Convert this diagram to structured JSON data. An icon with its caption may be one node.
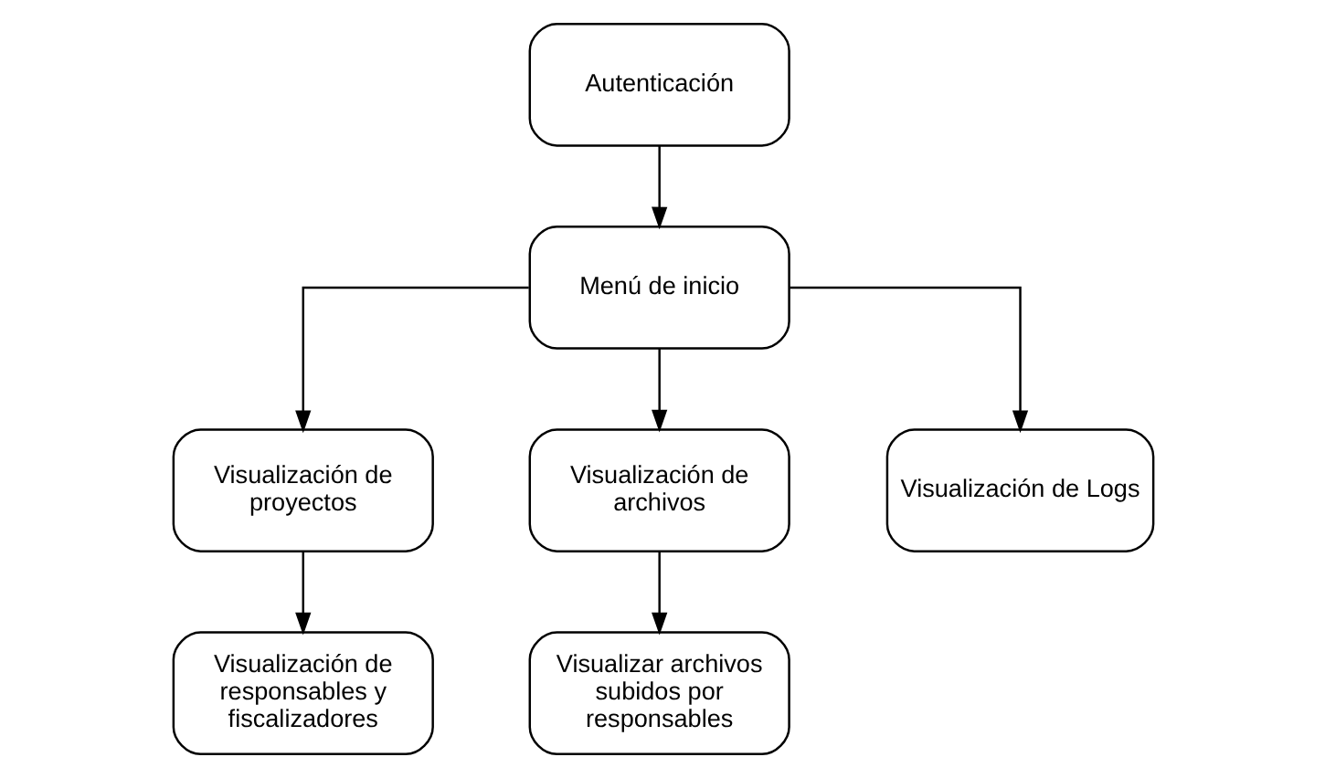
{
  "diagram": {
    "nodes": [
      {
        "text": [
          "Autenticación"
        ]
      },
      {
        "text": [
          "Menú de inicio"
        ]
      },
      {
        "text": [
          "Visualización de proyectos"
        ]
      },
      {
        "text": [
          "Visualización de archivos"
        ]
      },
      {
        "text": [
          "Visualización de Logs"
        ]
      },
      {
        "text": [
          "Visualización de responsables y fiscalizadores"
        ]
      },
      {
        "text": [
          "Visualizar archivos subidos por responsables"
        ]
      }
    ],
    "edges": [
      {
        "from": 0,
        "to": 1,
        "arrow": "to"
      },
      {
        "from": 1,
        "to": 2,
        "arrow": "to"
      },
      {
        "from": 1,
        "to": 3,
        "arrow": "to"
      },
      {
        "from": 1,
        "to": 4,
        "arrow": "to"
      },
      {
        "from": 2,
        "to": 5,
        "arrow": "to"
      },
      {
        "from": 3,
        "to": 6,
        "arrow": "to"
      }
    ]
  }
}
